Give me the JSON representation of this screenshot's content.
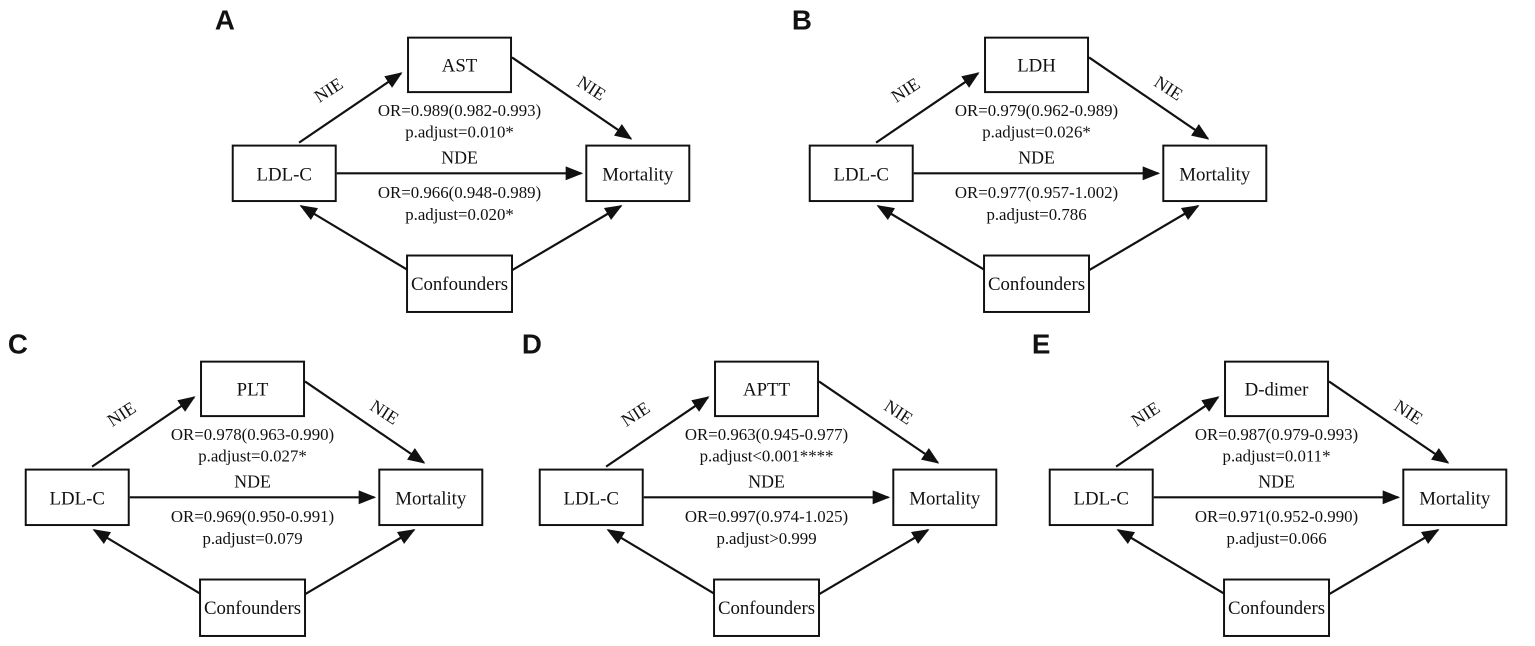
{
  "colors": {
    "paper": "#ffffff",
    "ink": "#111111"
  },
  "shared": {
    "exposure": "LDL-C",
    "outcome": "Mortality",
    "confounders": "Confounders",
    "nie": "NIE",
    "nde": "NDE"
  },
  "panels": [
    {
      "label": "A",
      "mediator": "AST",
      "indirect_or": "OR=0.989(0.982-0.993)",
      "indirect_p": "p.adjust=0.010*",
      "direct_or": "OR=0.966(0.948-0.989)",
      "direct_p": "p.adjust=0.020*"
    },
    {
      "label": "B",
      "mediator": "LDH",
      "indirect_or": "OR=0.979(0.962-0.989)",
      "indirect_p": "p.adjust=0.026*",
      "direct_or": "OR=0.977(0.957-1.002)",
      "direct_p": "p.adjust=0.786"
    },
    {
      "label": "C",
      "mediator": "PLT",
      "indirect_or": "OR=0.978(0.963-0.990)",
      "indirect_p": "p.adjust=0.027*",
      "direct_or": "OR=0.969(0.950-0.991)",
      "direct_p": "p.adjust=0.079"
    },
    {
      "label": "D",
      "mediator": "APTT",
      "indirect_or": "OR=0.963(0.945-0.977)",
      "indirect_p": "p.adjust<0.001****",
      "direct_or": "OR=0.997(0.974-1.025)",
      "direct_p": "p.adjust>0.999"
    },
    {
      "label": "E",
      "mediator": "D-dimer",
      "indirect_or": "OR=0.987(0.979-0.993)",
      "indirect_p": "p.adjust=0.011*",
      "direct_or": "OR=0.971(0.952-0.990)",
      "direct_p": "p.adjust=0.066"
    }
  ]
}
